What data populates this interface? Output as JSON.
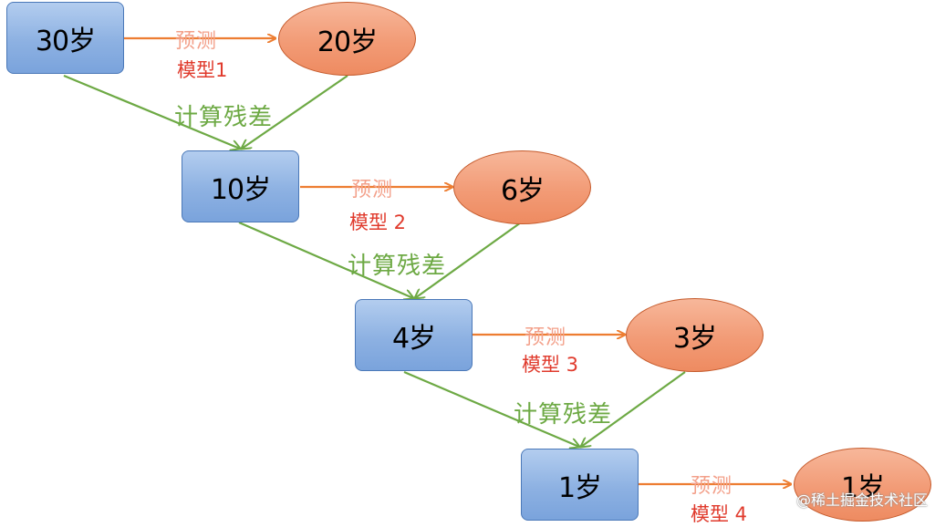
{
  "boxes": [
    "30岁",
    "10岁",
    "4岁",
    "1岁"
  ],
  "ovals": [
    "20岁",
    "6岁",
    "3岁",
    "1岁"
  ],
  "predict_labels": [
    "预测",
    "预测",
    "预测",
    "预测"
  ],
  "model_labels": [
    "模型1",
    "模型 2",
    "模型 3",
    "模型 4"
  ],
  "residual_labels": [
    "计算残差",
    "计算残差",
    "计算残差"
  ],
  "watermark": "@稀土掘金技术社区",
  "colors": {
    "box_fill": "#8db1e2",
    "oval_fill": "#f29b76",
    "predict_arrow": "#ed7d31",
    "residual_arrow": "#6da944",
    "model_text": "#e03a2c"
  }
}
